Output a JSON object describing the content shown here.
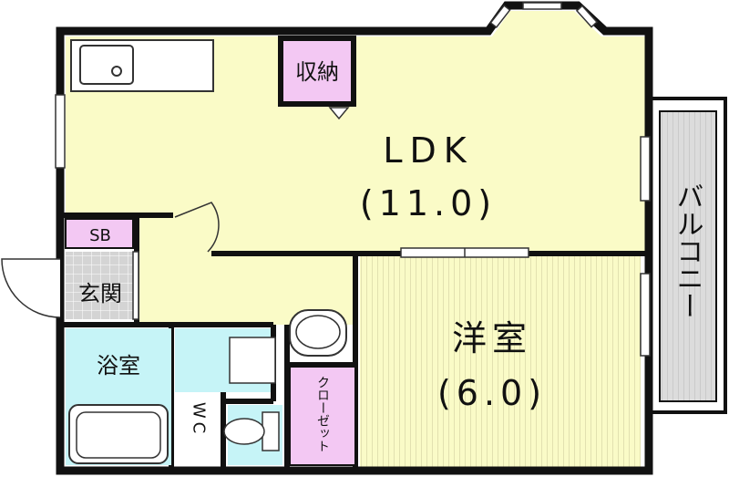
{
  "rooms": {
    "ldk": {
      "name": "LDK",
      "size": "(11.0)"
    },
    "western": {
      "name": "洋室",
      "size": "(6.0)"
    },
    "storage": {
      "name": "収納"
    },
    "shoebox": {
      "name": "SB"
    },
    "entrance": {
      "name": "玄関"
    },
    "bathroom": {
      "name": "浴室"
    },
    "toilet": {
      "name": "WC"
    },
    "closet": {
      "name": "クローゼット"
    },
    "balcony": {
      "name": "バルコニー"
    }
  },
  "colors": {
    "ldk": "#fafbc7",
    "western": "#fafbc7",
    "storage": "#f3c8f3",
    "closet": "#f3c8f3",
    "shoebox": "#f3c8f3",
    "bath": "#c6f4f7",
    "toilet": "#c6f4f7",
    "entrance": "#d0d0d0",
    "balcony": "#d9d9d9",
    "wall": "#111111"
  }
}
